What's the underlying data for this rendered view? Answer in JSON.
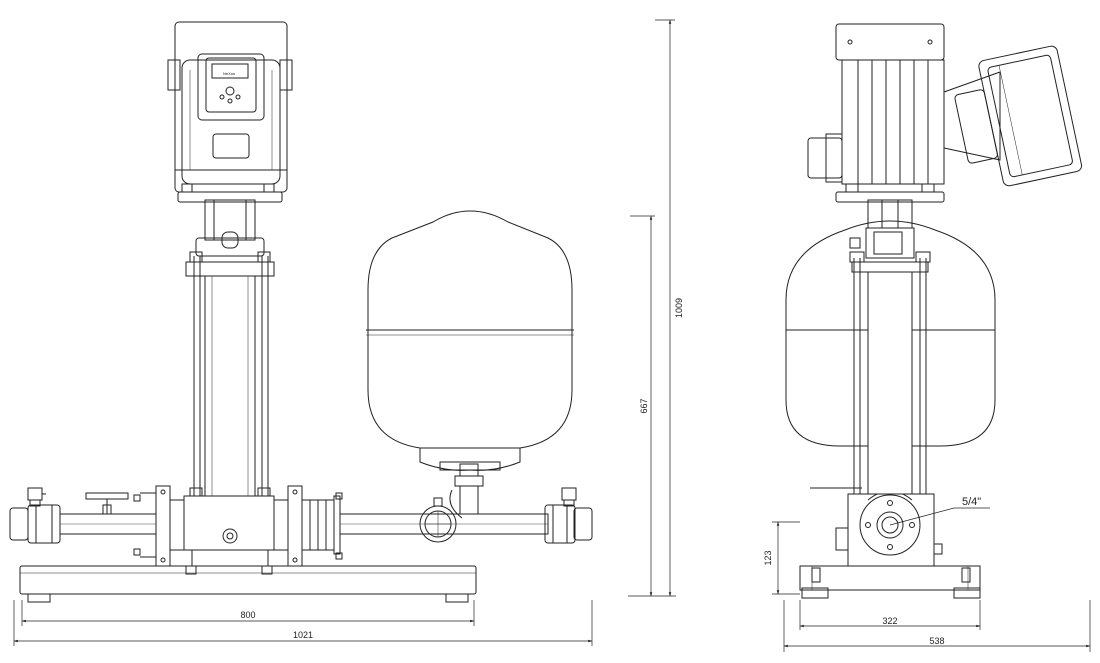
{
  "front_view": {
    "dimensions": {
      "base_center_width": "800",
      "overall_width": "1021"
    },
    "controller_brand": "NeXus"
  },
  "side_view": {
    "dimensions": {
      "overall_height": "1009",
      "pipe_axis_to_top": "667",
      "base_height": "123",
      "base_center_depth": "322",
      "overall_depth": "538"
    },
    "connection_label": "5/4\""
  },
  "colors": {
    "line": "#222222",
    "background": "#ffffff"
  }
}
